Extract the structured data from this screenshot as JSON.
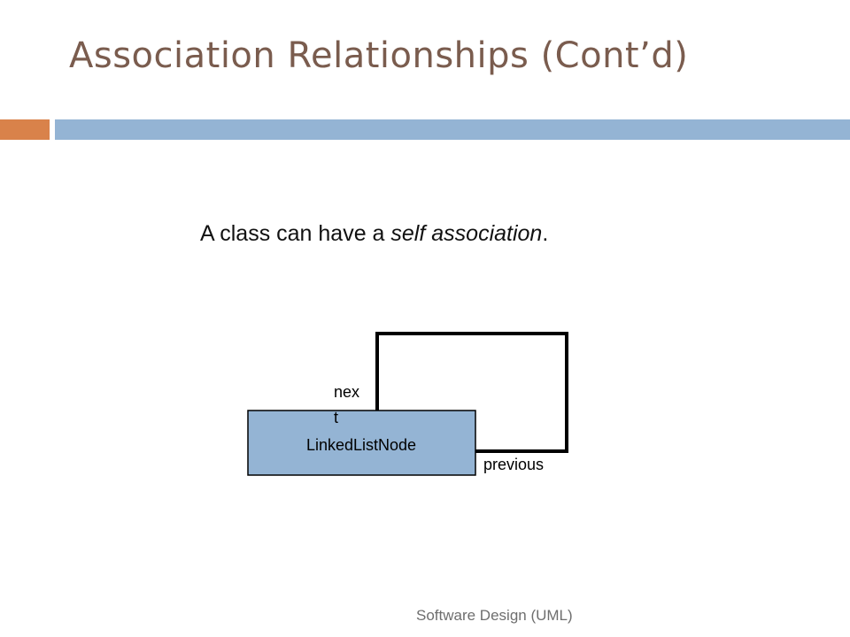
{
  "slide": {
    "title": "Association Relationships (Cont’d)",
    "statement_prefix": "A class can have a ",
    "statement_emphasis": "self association",
    "statement_suffix": ".",
    "footer": "Software Design (UML)"
  },
  "diagram": {
    "class_name": "LinkedListNode",
    "role_next_line1": "nex",
    "role_next_line2": "t",
    "role_previous": "previous",
    "class_fill": "#94b4d4"
  },
  "colors": {
    "title": "#7a5c4e",
    "accent_orange": "#d9824a",
    "accent_blue": "#94b4d4"
  }
}
